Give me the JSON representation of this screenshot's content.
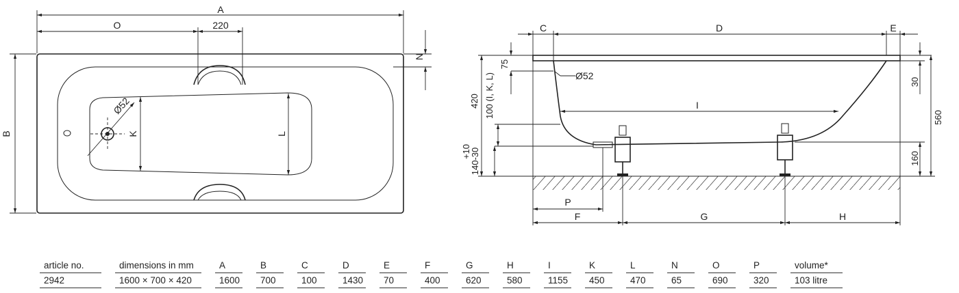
{
  "top_view": {
    "labels": {
      "A": "A",
      "O": "O",
      "w220": "220",
      "N": "N",
      "B": "B",
      "K": "K",
      "L": "L",
      "d52": "Ø52"
    }
  },
  "side_view": {
    "labels": {
      "C": "C",
      "D": "D",
      "E": "E",
      "d52": "Ø52",
      "I": "I",
      "v75": "75",
      "v420": "420",
      "v100": "100 (I, K, L)",
      "v10": "+10",
      "v140": "140-30",
      "v30": "30",
      "v560": "560",
      "v160": "160",
      "P": "P",
      "F": "F",
      "G": "G",
      "H": "H"
    }
  },
  "table": {
    "headers": [
      "article no.",
      "dimensions in mm",
      "A",
      "B",
      "C",
      "D",
      "E",
      "F",
      "G",
      "H",
      "I",
      "K",
      "L",
      "N",
      "O",
      "P",
      "volume*"
    ],
    "row": [
      "2942",
      "1600 × 700 × 420",
      "1600",
      "700",
      "100",
      "1430",
      "70",
      "400",
      "620",
      "580",
      "1155",
      "450",
      "470",
      "65",
      "690",
      "320",
      "103 litre"
    ]
  }
}
